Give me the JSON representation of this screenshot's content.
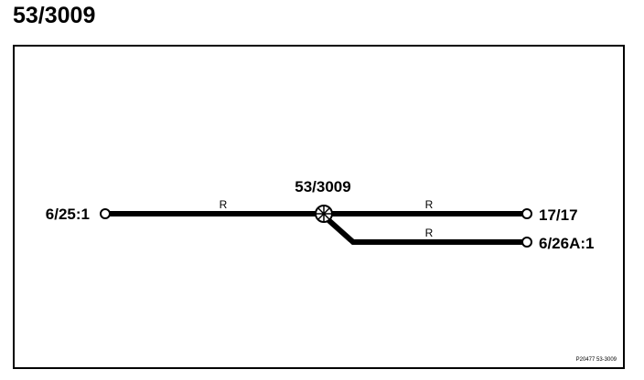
{
  "title": "53/3009",
  "diagram": {
    "hub": {
      "label": "53/3009"
    },
    "endpoints": {
      "left": {
        "label": "6/25:1"
      },
      "right_top": {
        "label": "17/17"
      },
      "right_bottom": {
        "label": "6/26A:1"
      }
    },
    "edges": {
      "left_to_hub": {
        "label": "R"
      },
      "hub_to_right_top": {
        "label": "R"
      },
      "hub_to_right_bottom": {
        "label": "R"
      }
    },
    "footer_ref": "P20477  53-3009",
    "colors": {
      "line": "#000000",
      "background": "#ffffff"
    }
  }
}
